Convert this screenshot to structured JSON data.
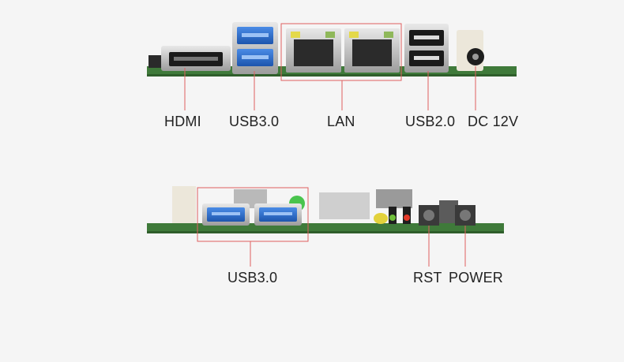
{
  "colors": {
    "background": "#f5f5f5",
    "callout_line": "#e06060",
    "pcb": "#3f7a3a",
    "usb3_blue": "#2b6fd1",
    "metal": "#c9c9c9"
  },
  "top_board": {
    "labels": {
      "hdmi": "HDMI",
      "usb3": "USB3.0",
      "lan": "LAN",
      "usb2": "USB2.0",
      "dc": "DC 12V"
    }
  },
  "bottom_board": {
    "labels": {
      "usb3": "USB3.0",
      "rst": "RST",
      "power": "POWER"
    }
  }
}
